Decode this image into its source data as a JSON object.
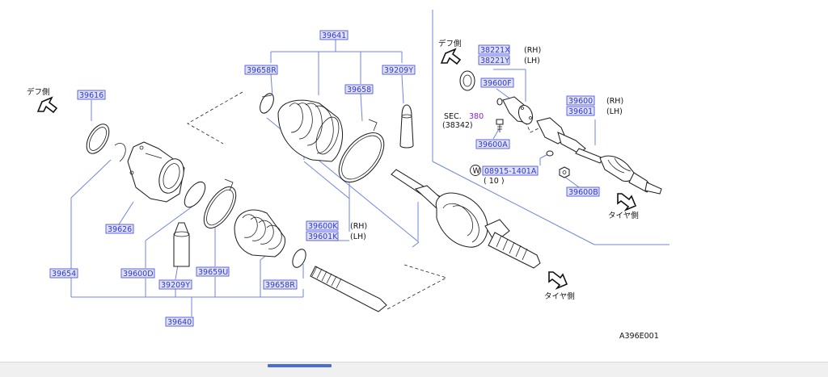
{
  "diagram_code": "A396E001",
  "labels": {
    "p39641": "39641",
    "p39658R_top": "39658R",
    "p39658": "39658",
    "p39209Y_top": "39209Y",
    "p39616": "39616",
    "p39626": "39626",
    "p39654": "39654",
    "p39600D": "39600D",
    "p39209Y_bot": "39209Y",
    "p39659U": "39659U",
    "p39658R_bot": "39658R",
    "p39640": "39640",
    "p39600K": "39600K",
    "p39601K": "39601K",
    "p38221X": "38221X",
    "p38221Y": "38221Y",
    "p39600F": "39600F",
    "p39600A": "39600A",
    "p39600": "39600",
    "p39601": "39601",
    "p39600B": "39600B",
    "p08915": "08915-1401A"
  },
  "side_tags": {
    "rh": "(RH)",
    "lh": "(LH)"
  },
  "sec_ref": {
    "prefix": "SEC.",
    "number": "380",
    "code": "(38342)"
  },
  "washer": {
    "symbol": "W",
    "qty": "( 10 )"
  },
  "direction": {
    "diff_side": "デフ側",
    "tire_side": "タイヤ側"
  },
  "colors": {
    "label_fill": "#dfe1ff",
    "label_text": "#2f38c9",
    "leader": "#6f86dc",
    "sec_number": "#8a1fd1",
    "scroll_thumb": "#4a6fd0"
  }
}
